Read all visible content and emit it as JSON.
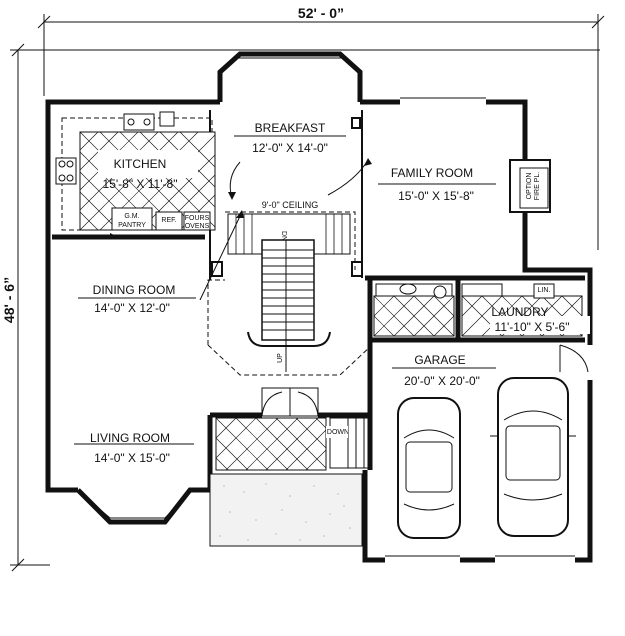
{
  "dimensions": {
    "width": "52' - 0”",
    "depth": "48' - 6”"
  },
  "rooms": {
    "breakfast": {
      "name": "BREAKFAST",
      "size": "12'-0\" X 14'-0\""
    },
    "kitchen": {
      "name": "KITCHEN",
      "size": "15'-8\" X 11'-8\""
    },
    "family_room": {
      "name": "FAMILY ROOM",
      "size": "15'-0\" X 15'-8\""
    },
    "dining_room": {
      "name": "DINING ROOM",
      "size": "14'-0\" X 12'-0\""
    },
    "garage": {
      "name": "GARAGE",
      "size": "20'-0\" X 20'-0\""
    },
    "living_room": {
      "name": "LIVING ROOM",
      "size": "14'-0\" X 15'-0\""
    },
    "laundry": {
      "name": "LAUNDRY",
      "size": "11'-10\" X 5'-6\""
    }
  },
  "labels": {
    "ceiling": "9'-0\" CEILING",
    "pantry_1": "G.M.",
    "pantry_2": "PANTRY",
    "ref": "REF.",
    "ovens_1": "FOURS",
    "ovens_2": "OVENS",
    "fireplace_1": "OPTION",
    "fireplace_2": "FIRE PL.",
    "stair_up": "UP",
    "stair_down": "DOWN",
    "linen": "LIN.",
    "dn": "DN"
  }
}
